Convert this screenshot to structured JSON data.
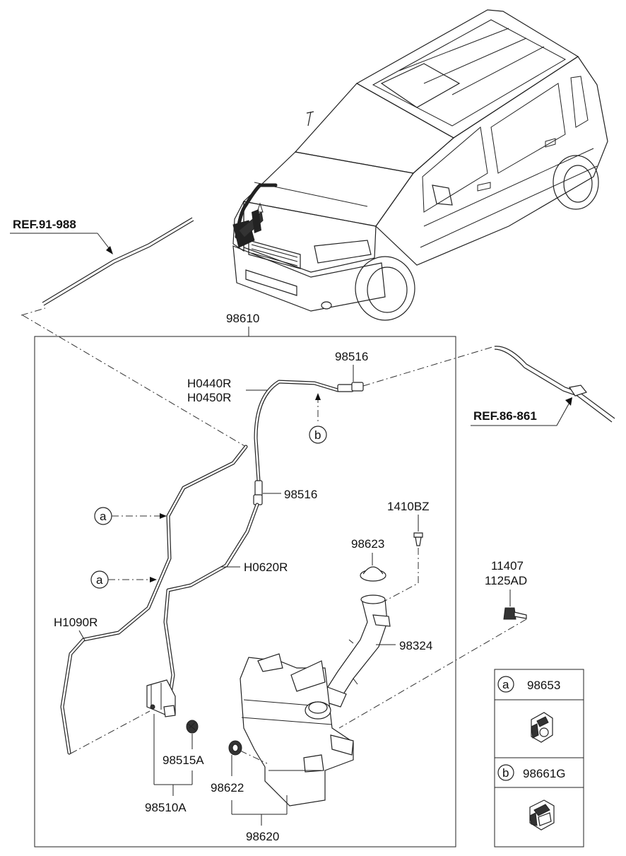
{
  "refs": {
    "ref_left": "REF.91-988",
    "ref_right": "REF.86-861"
  },
  "parts": {
    "assembly": "98610",
    "hose_upper_1": "H0440R",
    "hose_upper_2": "H0450R",
    "connector_top": "98516",
    "connector_mid": "98516",
    "hose_h0620r": "H0620R",
    "hose_h1090r": "H1090R",
    "bolt_1410bz": "1410BZ",
    "cap_98623": "98623",
    "filler_98324": "98324",
    "bolt_11407": "11407",
    "bolt_1125ad": "1125AD",
    "filter_98515a": "98515A",
    "pump_98510a": "98510A",
    "grommet_98622": "98622",
    "reservoir_98620": "98620"
  },
  "callouts": {
    "a": "a",
    "b": "b"
  },
  "legend": {
    "a_letter": "a",
    "a_part": "98653",
    "b_letter": "b",
    "b_part": "98661G"
  }
}
